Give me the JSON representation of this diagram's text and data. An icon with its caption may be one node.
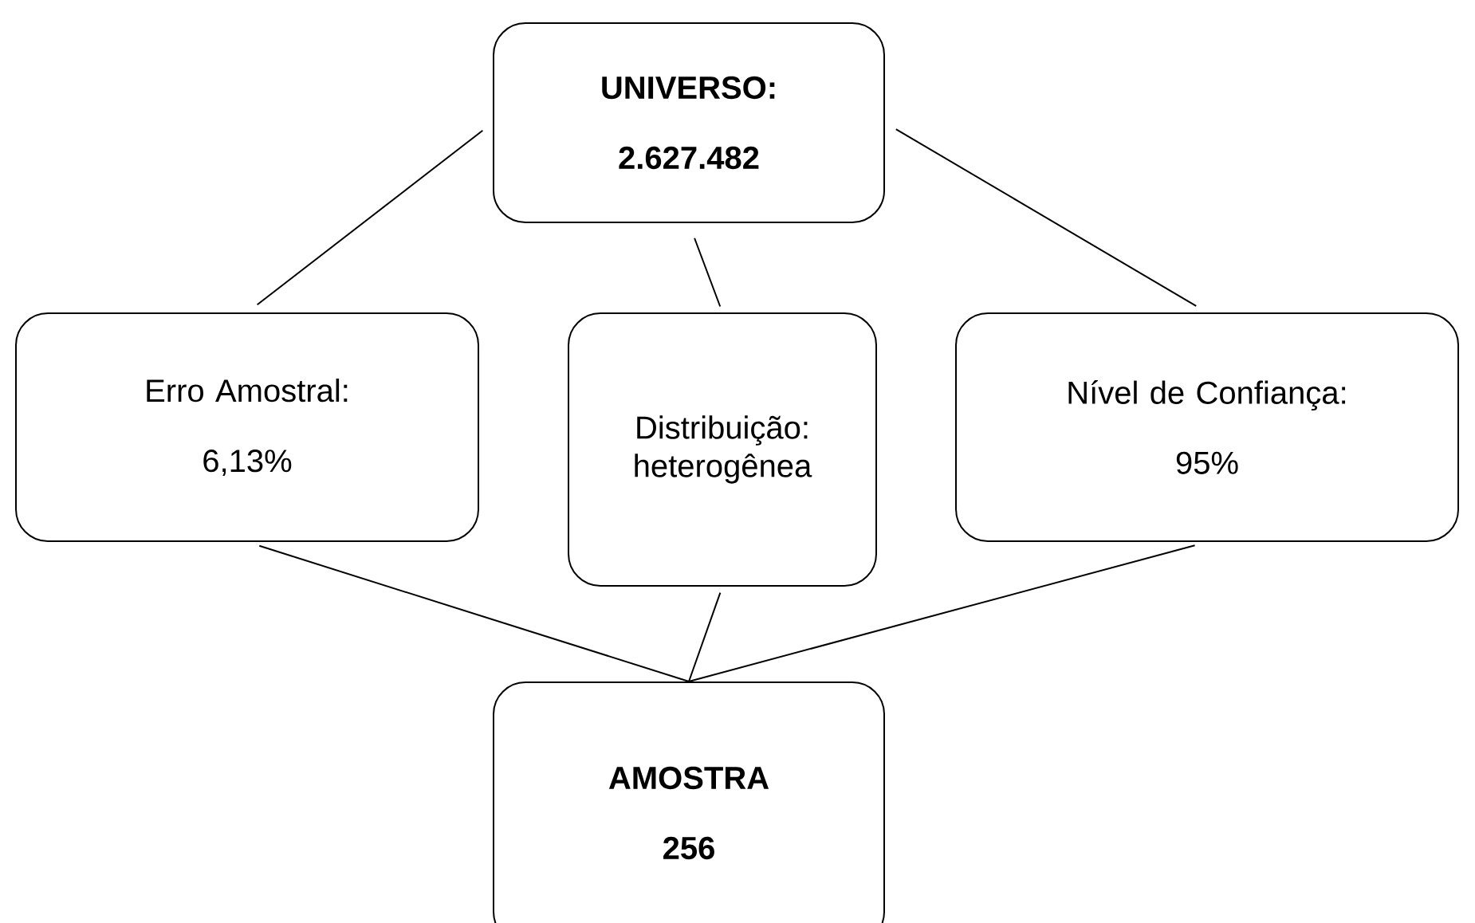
{
  "diagram": {
    "nodes": [
      {
        "text": [
          "UNIVERSO:",
          "2.627.482"
        ]
      },
      {
        "text": [
          "Erro Amostral:",
          "6,13%"
        ]
      },
      {
        "text": [
          "Distribuição: heterogênea"
        ]
      },
      {
        "text": [
          "Nível de Confiança:",
          "95%"
        ]
      },
      {
        "text": [
          "AMOSTRA",
          "256"
        ]
      }
    ],
    "edges": [
      {
        "from": 0,
        "to": 1,
        "arrow": "none"
      },
      {
        "from": 0,
        "to": 2,
        "arrow": "none"
      },
      {
        "from": 0,
        "to": 3,
        "arrow": "none"
      },
      {
        "from": 1,
        "to": 4,
        "arrow": "none"
      },
      {
        "from": 2,
        "to": 4,
        "arrow": "none"
      },
      {
        "from": 3,
        "to": 4,
        "arrow": "none"
      }
    ]
  }
}
